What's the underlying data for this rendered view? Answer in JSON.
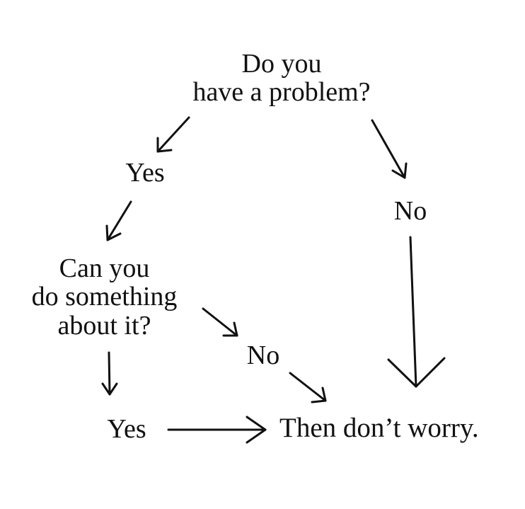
{
  "diagram": {
    "question_1": [
      "Do you",
      "have a problem?"
    ],
    "answer_yes_1": "Yes",
    "answer_no_1": "No",
    "question_2": [
      "Can you",
      "do something",
      "about it?"
    ],
    "answer_no_2": "No",
    "answer_yes_2": "Yes",
    "conclusion": "Then don’t worry."
  },
  "colors": {
    "background": "#ffffff",
    "ink": "#111111"
  }
}
